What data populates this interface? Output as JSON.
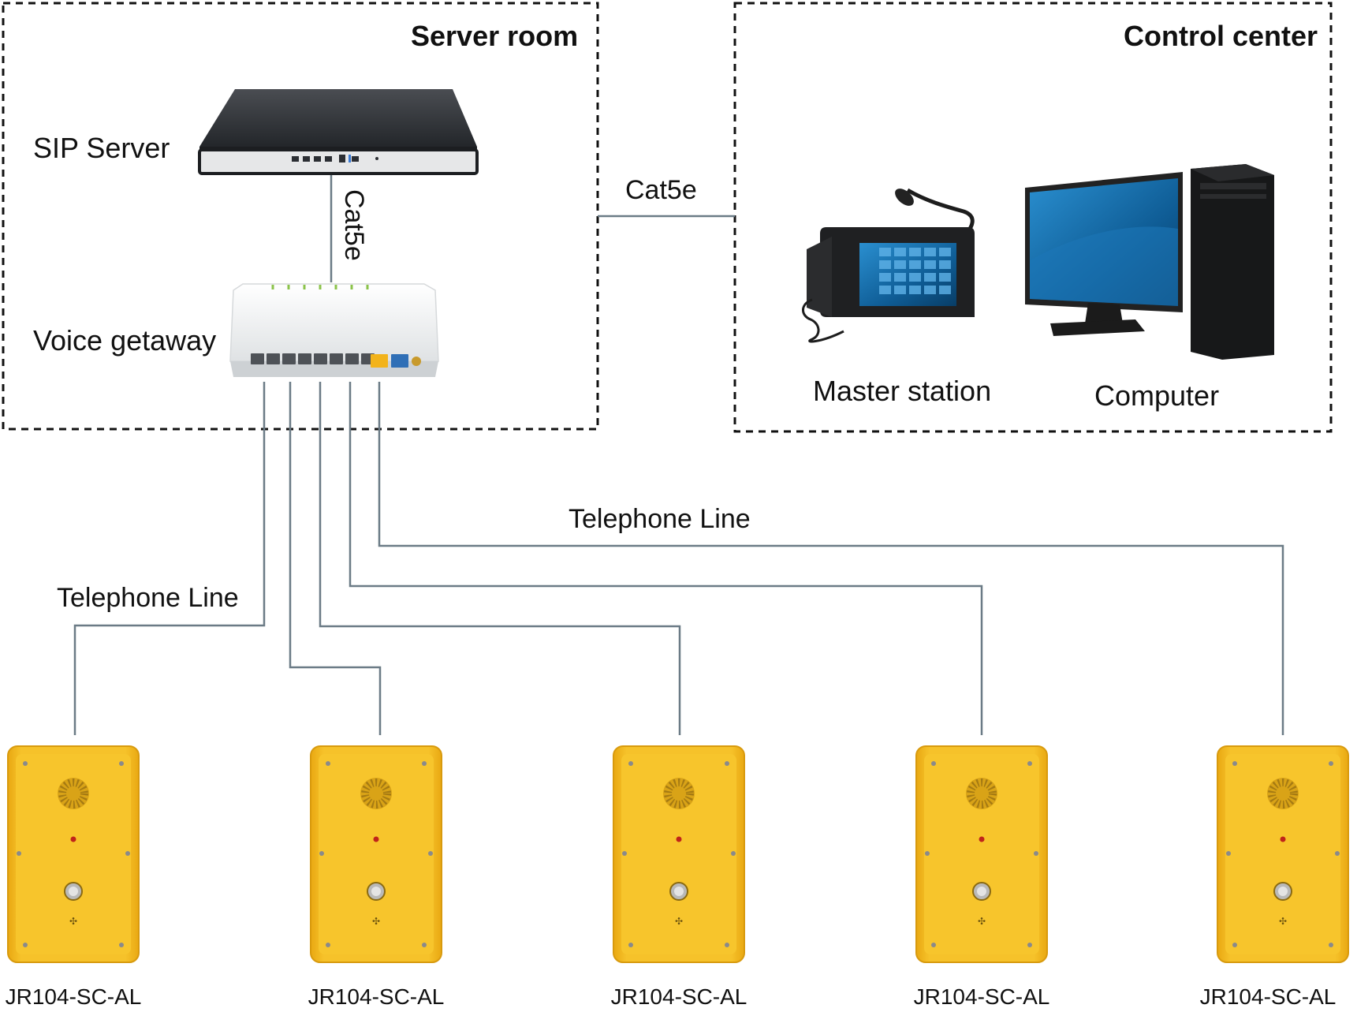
{
  "zones": {
    "server_room": {
      "title": "Server room"
    },
    "control_center": {
      "title": "Control center"
    }
  },
  "devices": {
    "sip_server": {
      "label": "SIP Server",
      "icon": "rack-server-icon"
    },
    "voice_gateway": {
      "label": "Voice getaway",
      "icon": "voice-gateway-icon"
    },
    "master_station": {
      "label": "Master station",
      "icon": "master-station-icon"
    },
    "computer": {
      "label": "Computer",
      "icon": "desktop-computer-icon"
    }
  },
  "links": {
    "server_to_gateway": "Cat5e",
    "server_room_to_control": "Cat5e",
    "telephone_line_left": "Telephone Line",
    "telephone_line_right": "Telephone Line"
  },
  "phones": [
    {
      "model": "JR104-SC-AL"
    },
    {
      "model": "JR104-SC-AL"
    },
    {
      "model": "JR104-SC-AL"
    },
    {
      "model": "JR104-SC-AL"
    },
    {
      "model": "JR104-SC-AL"
    }
  ],
  "colors": {
    "line": "#6b7b86",
    "phone_body": "#f5b71f",
    "phone_face": "#f8c52c",
    "border": "#111111"
  }
}
